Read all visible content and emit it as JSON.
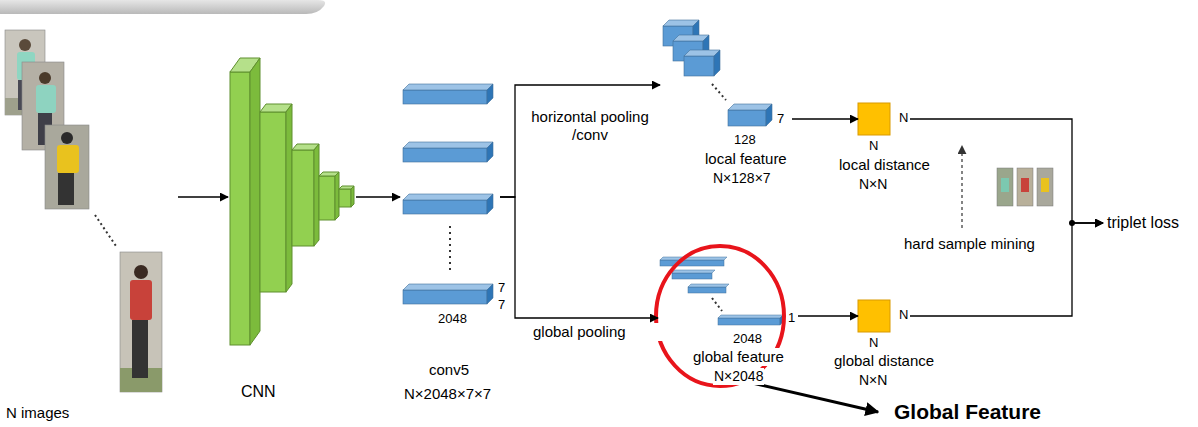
{
  "diagram": {
    "nodes": [
      {
        "text": [
          "N images"
        ]
      },
      {
        "text": [
          "CNN"
        ]
      },
      {
        "text": [
          "2048",
          "7",
          "7",
          "conv5",
          "N×2048×7×7"
        ]
      },
      {
        "text": [
          "7",
          "128",
          "local feature",
          "N×128×7"
        ]
      },
      {
        "text": [
          "1",
          "2048",
          "global feature",
          "N×2048"
        ]
      },
      {
        "text": [
          "N",
          "N",
          "local distance",
          "N×N"
        ]
      },
      {
        "text": [
          "N",
          "N",
          "global distance",
          "N×N"
        ]
      },
      {
        "text": [
          "triplet loss"
        ]
      }
    ],
    "edges": [
      {
        "from": 0,
        "to": 1,
        "arrow": "to"
      },
      {
        "from": 1,
        "to": 2,
        "arrow": "to"
      },
      {
        "from": 2,
        "to": 3,
        "label": "horizontal pooling /conv",
        "arrow": "to"
      },
      {
        "from": 2,
        "to": 4,
        "label": "global pooling",
        "arrow": "to"
      },
      {
        "from": 3,
        "to": 5,
        "arrow": "to"
      },
      {
        "from": 4,
        "to": 6,
        "arrow": "to"
      },
      {
        "from": 5,
        "to": 7,
        "arrow": "to"
      },
      {
        "from": 6,
        "to": 7,
        "arrow": "to"
      }
    ],
    "labels": [
      "hard sample mining",
      "Global Feature"
    ]
  }
}
